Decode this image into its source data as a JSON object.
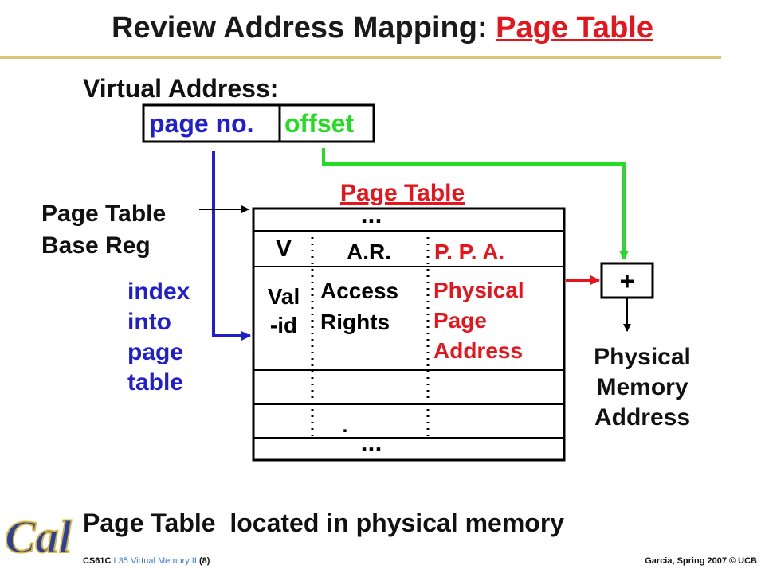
{
  "slide": {
    "title_prefix": "Review Address Mapping: ",
    "title_highlight": "Page Table"
  },
  "virtual_address": {
    "label": "Virtual Address:",
    "page_no": "page no.",
    "offset": "offset"
  },
  "page_table": {
    "caption": "Page Table",
    "dots_top": "...",
    "dots_bottom": "...",
    "dot_single": ".",
    "col_v": "V",
    "col_ar": "A.R.",
    "col_ppa": "P. P. A.",
    "valid_lines": [
      "Val",
      "-id"
    ],
    "access_lines": [
      "Access",
      "Rights"
    ],
    "ppa_lines": [
      "Physical",
      "Page",
      "Address"
    ]
  },
  "base_reg": {
    "lines": [
      "Page Table",
      "Base Reg"
    ]
  },
  "index_note": {
    "lines": [
      "index",
      "into",
      "page",
      "table"
    ]
  },
  "adder": {
    "symbol": "+"
  },
  "physical_memory": {
    "lines": [
      "Physical",
      "Memory",
      "Address"
    ]
  },
  "bottom_note": "Page Table  located in physical memory",
  "footer": {
    "course": "CS61C",
    "lecture": "L35 Virtual Memory II",
    "slide_no": "(8)",
    "credit": "Garcia, Spring 2007 © UCB"
  },
  "logo": {
    "text": "Cal"
  },
  "colors": {
    "blue": "#1f1fd0",
    "red": "#e8141b",
    "green": "#22dd22",
    "black": "#000000"
  }
}
